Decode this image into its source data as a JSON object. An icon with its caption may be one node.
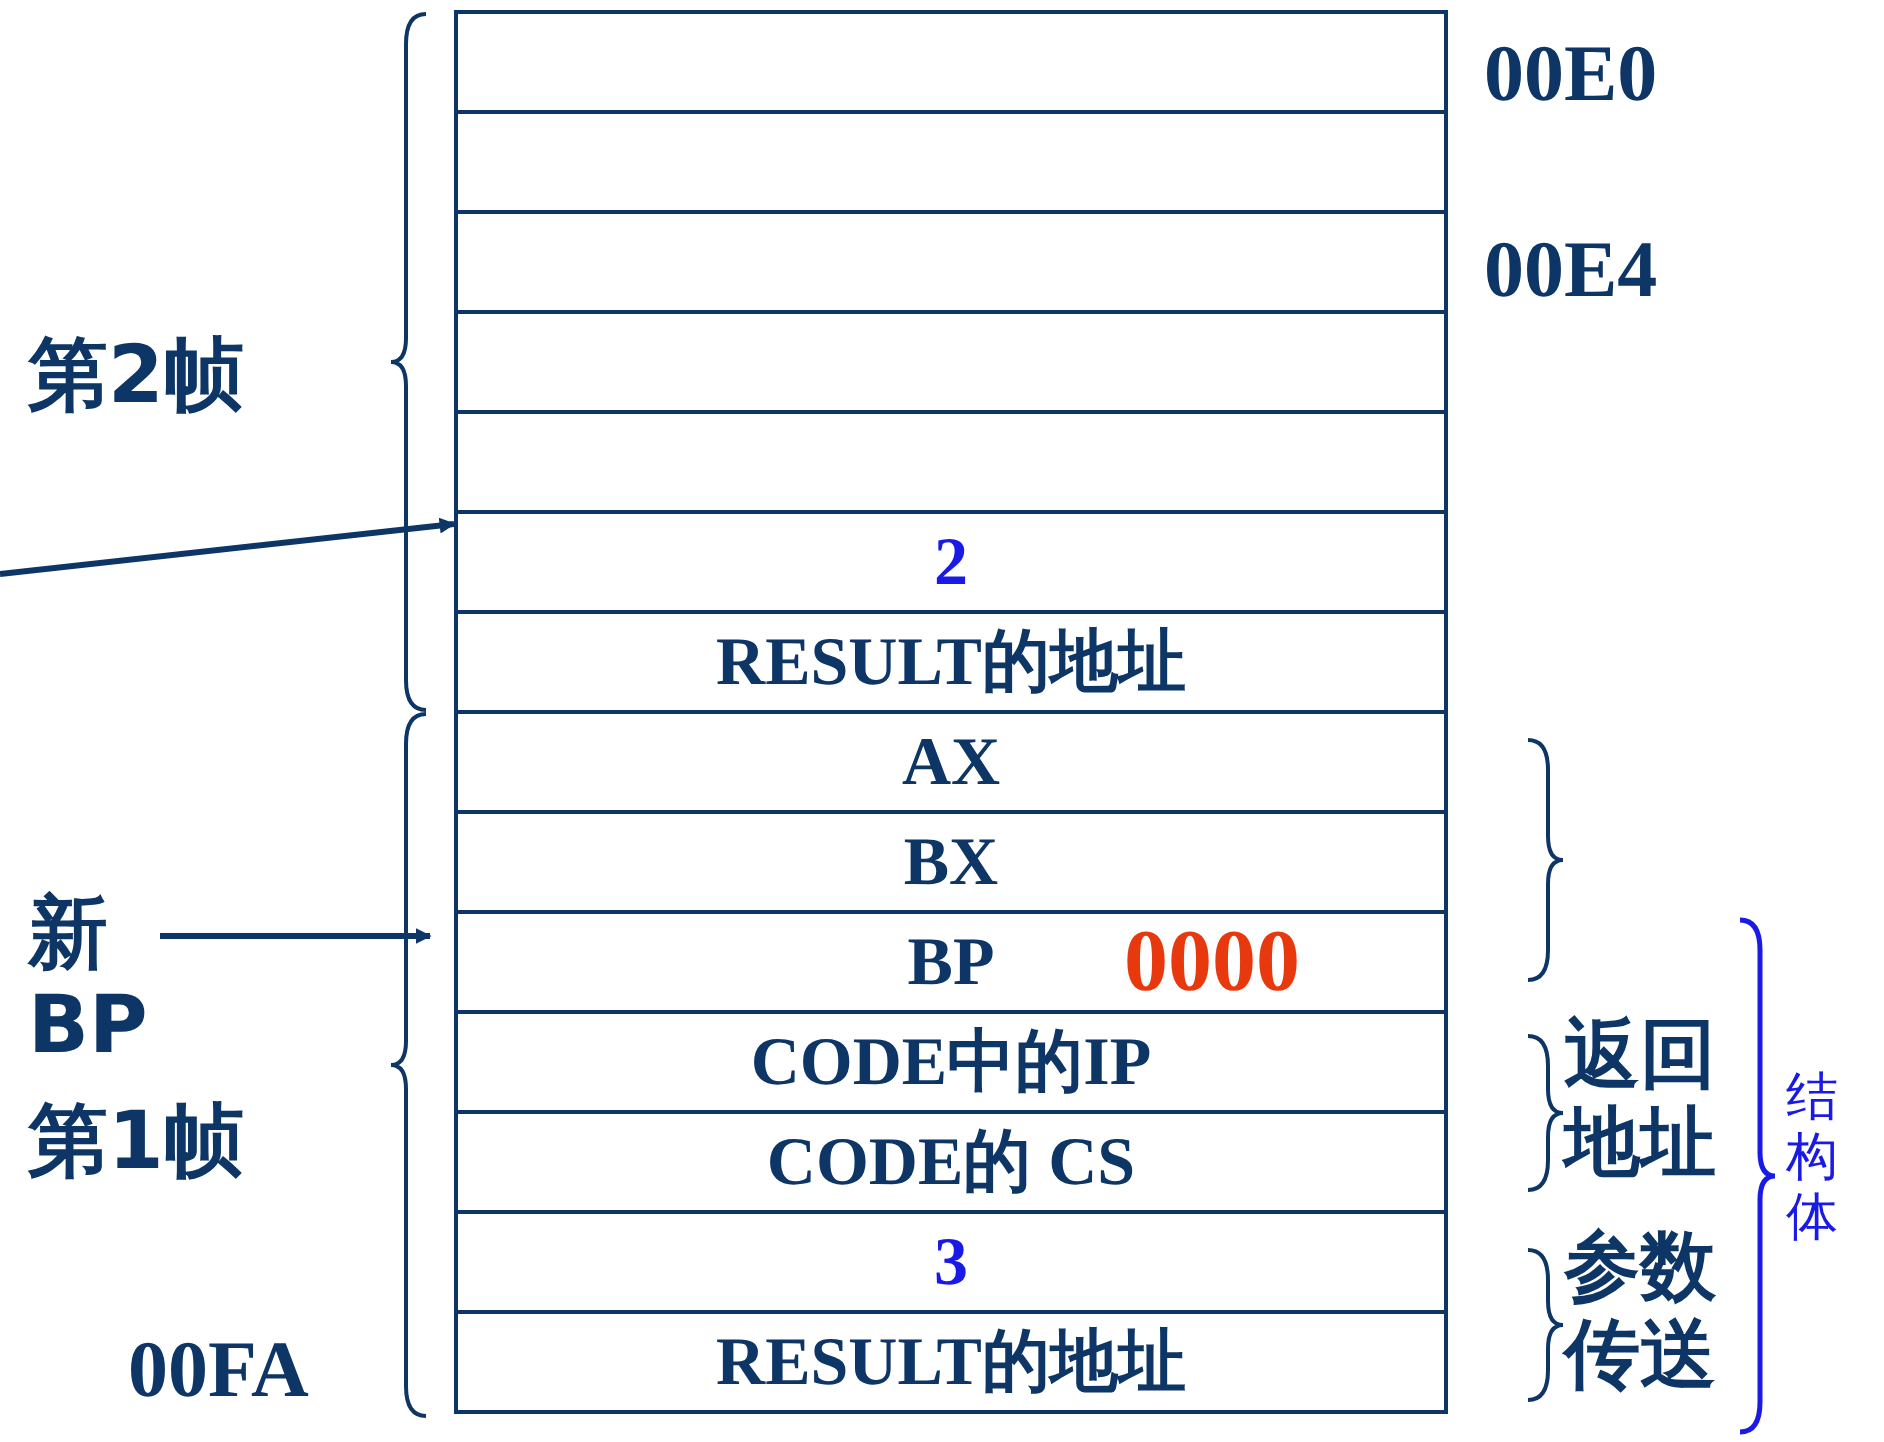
{
  "diagram": {
    "nodes": [
      {
        "text": [],
        "shape": "box"
      },
      {
        "text": [],
        "shape": "box"
      },
      {
        "text": [],
        "shape": "box"
      },
      {
        "text": [],
        "shape": "box"
      },
      {
        "text": [],
        "shape": "box"
      },
      {
        "text": [
          "2"
        ]
      },
      {
        "text": [
          "RESULT的地址"
        ]
      },
      {
        "text": [
          "AX"
        ]
      },
      {
        "text": [
          "BX"
        ]
      },
      {
        "text": [
          "BP",
          "0000"
        ]
      },
      {
        "text": [
          "CODE中的IP"
        ]
      },
      {
        "text": [
          "CODE的 CS"
        ]
      },
      {
        "text": [
          "3"
        ]
      },
      {
        "text": [
          "RESULT的地址"
        ]
      },
      {
        "text": [
          "新BP"
        ]
      }
    ],
    "edges": [
      {
        "from": null,
        "to": 5,
        "arrow": "to"
      },
      {
        "from": 14,
        "to": 9,
        "arrow": "to"
      }
    ],
    "labels": [
      "00E0",
      "00E4",
      "第2帧",
      "第1帧",
      "返回地址",
      "参数传送",
      "结构体",
      "00FA"
    ]
  }
}
